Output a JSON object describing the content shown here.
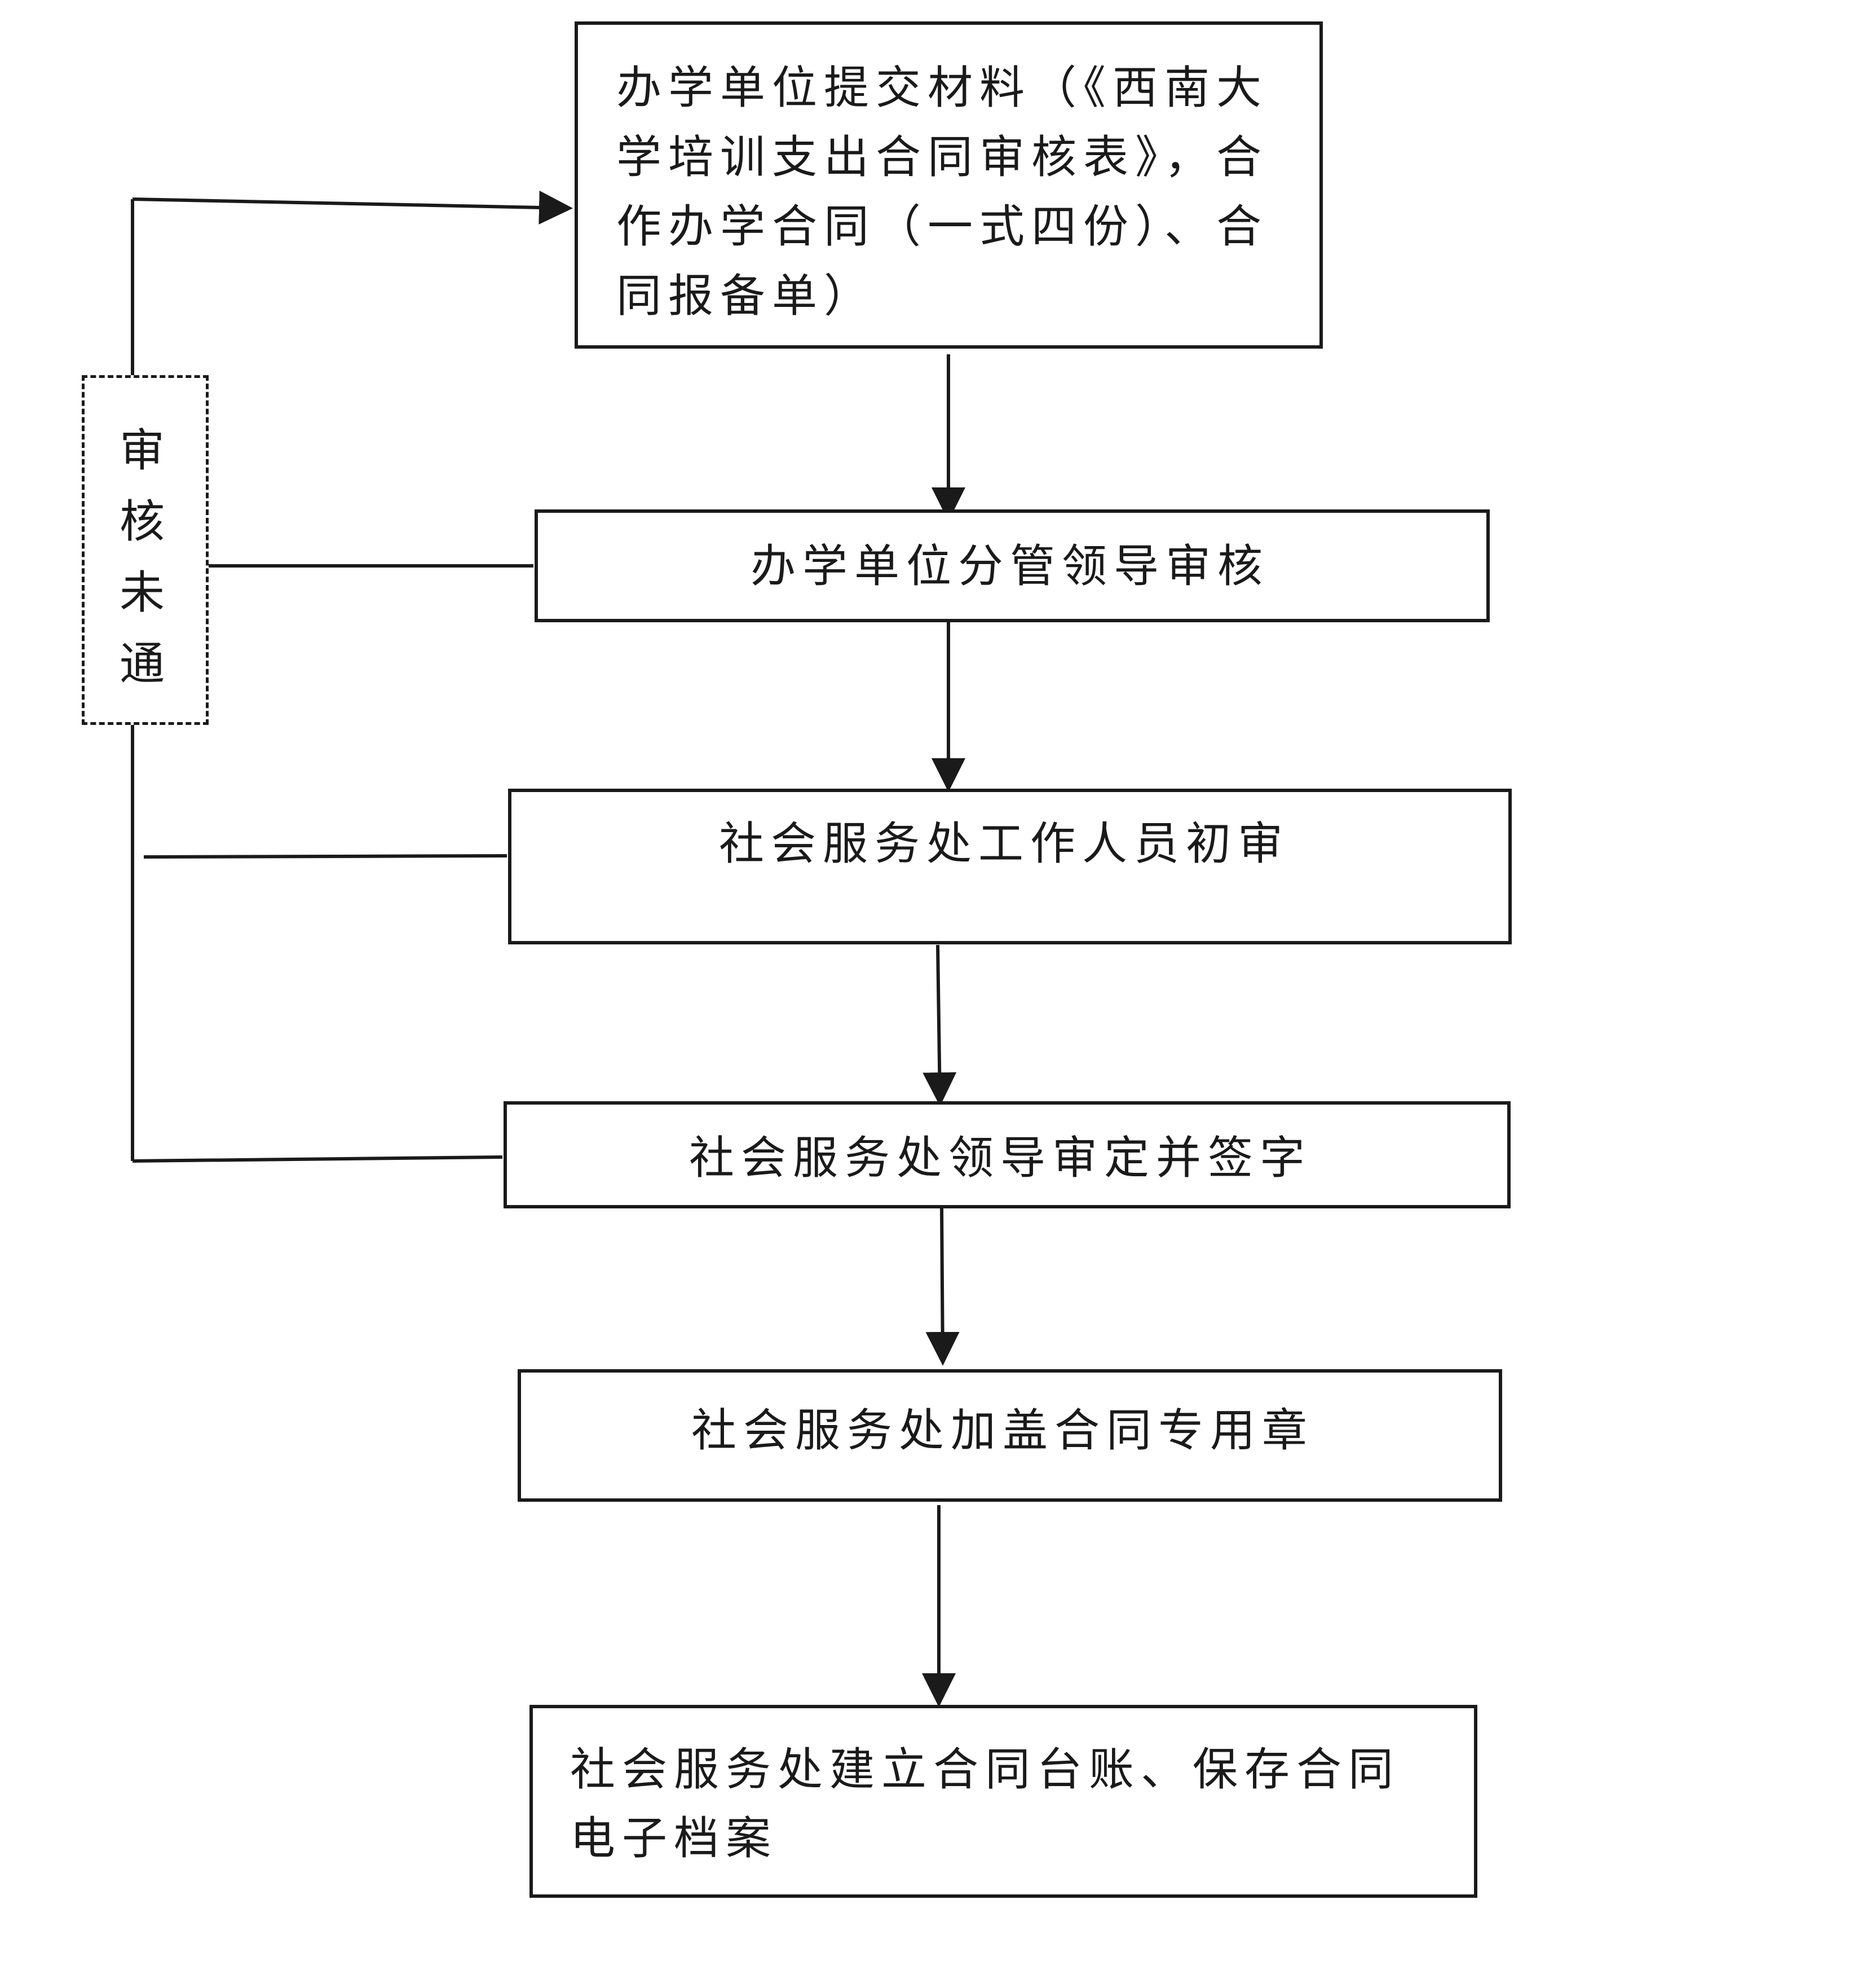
{
  "steps": {
    "submit": "办学单位提交材料（《西南大\n学培训支出合同审核表》，合\n作办学合同（一式四份）、合\n同报备单）",
    "leader_review": "办学单位分管领导审核",
    "initial_review": "社会服务处工作人员初审",
    "sign": "社会服务处领导审定并签字",
    "stamp": "社会服务处加盖合同专用章",
    "archive": "社会服务处建立合同台账、保存合同\n电子档案"
  },
  "feedback_label": "审\n核\n未\n通"
}
